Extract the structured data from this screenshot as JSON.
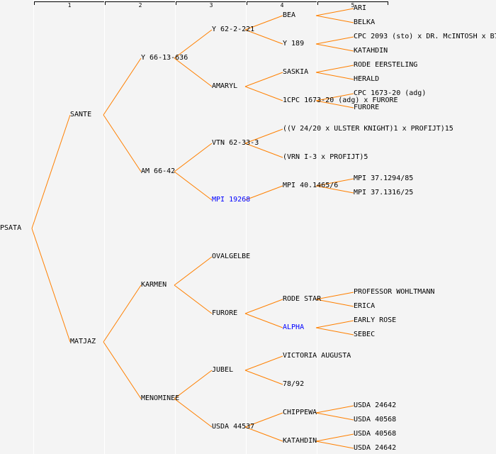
{
  "generation_labels": [
    "1",
    "2",
    "3",
    "4",
    "5"
  ],
  "colors": {
    "line": "#ff8000",
    "text": "#000000",
    "highlight": "#0000ff",
    "background": "#f4f4f4"
  },
  "tree": {
    "name": "PSATA",
    "children": [
      {
        "name": "SANTE",
        "children": [
          {
            "name": "Y 66-13-636",
            "children": [
              {
                "name": "Y 62-2-221",
                "children": [
                  {
                    "name": "BEA",
                    "children": [
                      {
                        "name": "ARI"
                      },
                      {
                        "name": "BELKA"
                      }
                    ]
                  },
                  {
                    "name": "Y 189",
                    "children": [
                      {
                        "name": "CPC 2093 (sto) x DR. McINTOSH x B7"
                      },
                      {
                        "name": "KATAHDIN"
                      }
                    ]
                  }
                ]
              },
              {
                "name": "AMARYL",
                "children": [
                  {
                    "name": "SASKIA",
                    "children": [
                      {
                        "name": "RODE EERSTELING"
                      },
                      {
                        "name": "HERALD"
                      }
                    ]
                  },
                  {
                    "name": "1CPC 1673-20 (adg) x FURORE",
                    "children": [
                      {
                        "name": "CPC 1673-20 (adg)"
                      },
                      {
                        "name": "FURORE"
                      }
                    ]
                  }
                ]
              }
            ]
          },
          {
            "name": "AM 66-42",
            "children": [
              {
                "name": "VTN 62-33-3",
                "children": [
                  {
                    "name": "((V 24/20 x ULSTER KNIGHT)1 x PROFIJT)15"
                  },
                  {
                    "name": "(VRN I-3 x PROFIJT)5"
                  }
                ]
              },
              {
                "name": "MPI 19268",
                "highlight": true,
                "children": [
                  {
                    "name": "MPI 40.1465/6",
                    "children": [
                      {
                        "name": "MPI 37.1294/85"
                      },
                      {
                        "name": "MPI 37.1316/25"
                      }
                    ]
                  },
                  null
                ]
              }
            ]
          }
        ]
      },
      {
        "name": "MATJAZ",
        "children": [
          {
            "name": "KARMEN",
            "children": [
              {
                "name": "OVALGELBE"
              },
              {
                "name": "FURORE",
                "children": [
                  {
                    "name": "RODE STAR",
                    "children": [
                      {
                        "name": "PROFESSOR WOHLTMANN"
                      },
                      {
                        "name": "ERICA"
                      }
                    ]
                  },
                  {
                    "name": "ALPHA",
                    "highlight": true,
                    "children": [
                      {
                        "name": "EARLY ROSE"
                      },
                      {
                        "name": "SEBEC"
                      }
                    ]
                  }
                ]
              }
            ]
          },
          {
            "name": "MENOMINEE",
            "children": [
              {
                "name": "JUBEL",
                "children": [
                  {
                    "name": "VICTORIA AUGUSTA"
                  },
                  {
                    "name": "78/92"
                  }
                ]
              },
              {
                "name": "USDA 44537",
                "children": [
                  {
                    "name": "CHIPPEWA",
                    "children": [
                      {
                        "name": "USDA 24642"
                      },
                      {
                        "name": "USDA 40568"
                      }
                    ]
                  },
                  {
                    "name": "KATAHDIN",
                    "children": [
                      {
                        "name": "USDA 40568"
                      },
                      {
                        "name": "USDA 24642"
                      }
                    ]
                  }
                ]
              }
            ]
          }
        ]
      }
    ]
  }
}
